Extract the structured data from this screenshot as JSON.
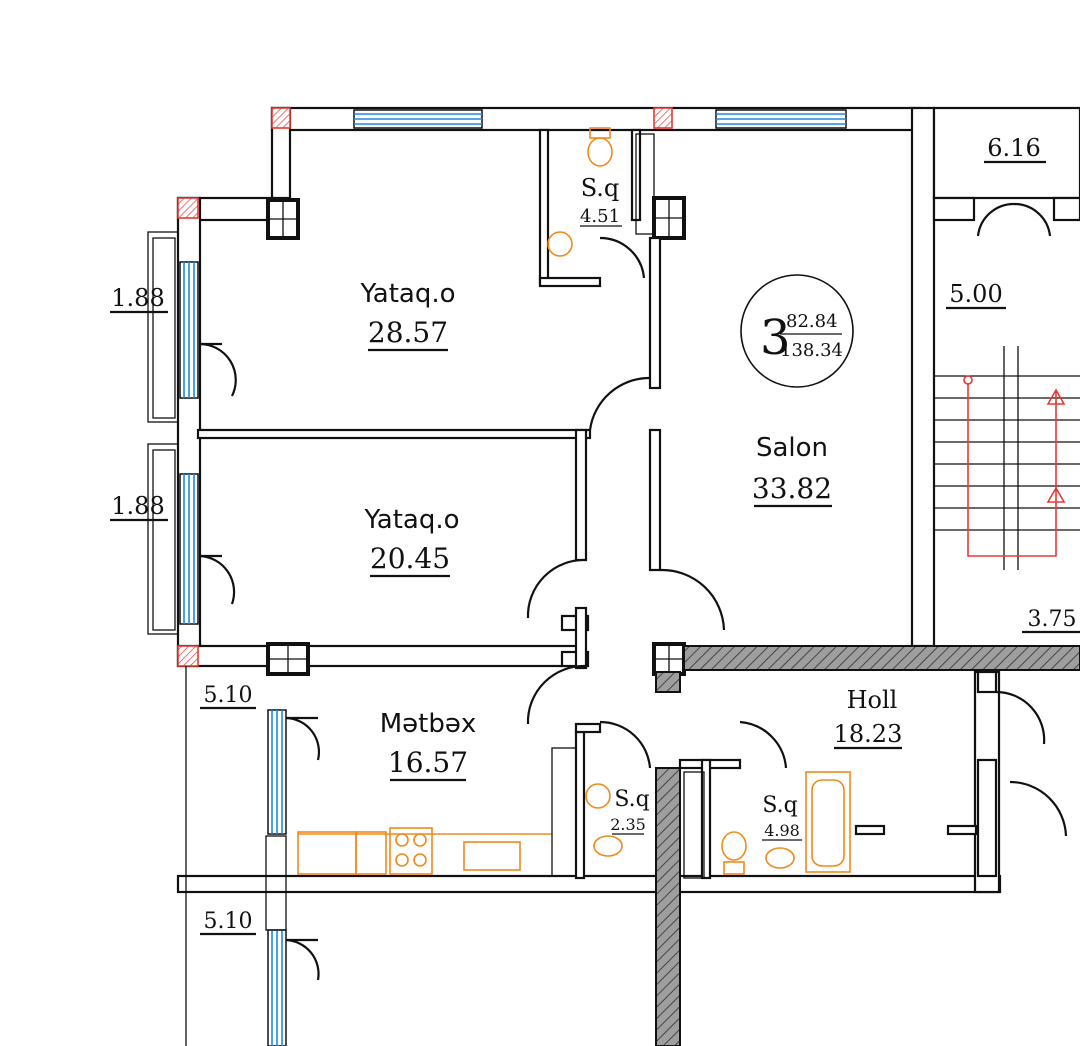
{
  "apartment": {
    "rooms_count": "3",
    "living_area": "82.84",
    "total_area": "138.34"
  },
  "rooms": {
    "bedroom1": {
      "name": "Yataq.o",
      "area": "28.57"
    },
    "bedroom2": {
      "name": "Yataq.o",
      "area": "20.45"
    },
    "salon": {
      "name": "Salon",
      "area": "33.82"
    },
    "bath_top": {
      "name": "S.q",
      "area": "4.51"
    },
    "kitchen": {
      "name": "Mətbəx",
      "area": "16.57"
    },
    "bath_small": {
      "name": "S.q",
      "area": "2.35"
    },
    "bath_main": {
      "name": "S.q",
      "area": "4.98"
    },
    "hall": {
      "name": "Holl",
      "area": "18.23"
    }
  },
  "balconies": {
    "b1": "1.88",
    "b2": "1.88",
    "b3": "5.10",
    "b4": "5.10"
  },
  "neighbor": {
    "n1": "6.16",
    "n2": "5.00",
    "n3": "3.75"
  },
  "colors": {
    "walls": "#111111",
    "windows": "#1e88e5",
    "fixtures": "#f08a1c",
    "columns_marker": "#e53935"
  }
}
